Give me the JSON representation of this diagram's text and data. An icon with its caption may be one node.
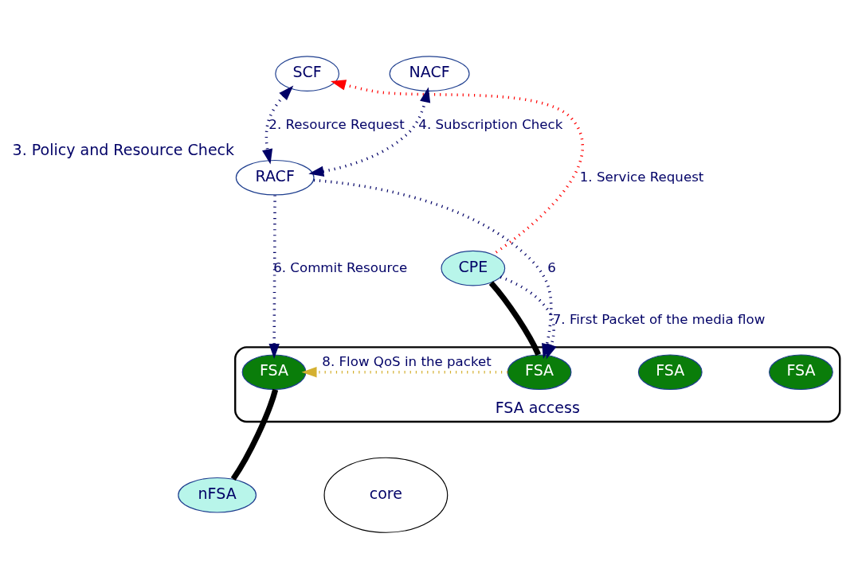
{
  "diagram": {
    "nodes": [
      {
        "text": [
          "SCF"
        ]
      },
      {
        "text": [
          "NACF"
        ]
      },
      {
        "text": [
          "RACF"
        ],
        "beside": [
          "3. Policy and Resource Check"
        ]
      },
      {
        "text": [
          "CPE"
        ]
      },
      {
        "text": [
          "FSA access"
        ]
      },
      {
        "text": [
          "FSA"
        ],
        "in": 4
      },
      {
        "text": [
          "FSA"
        ],
        "in": 4
      },
      {
        "text": [
          "FSA"
        ],
        "in": 4
      },
      {
        "text": [
          "FSA"
        ],
        "in": 4
      },
      {
        "text": [
          "nFSA"
        ]
      },
      {
        "text": [
          "core"
        ]
      }
    ],
    "edges": [
      {
        "from": 3,
        "to": 0,
        "arrow": "to",
        "label": "1. Service Request",
        "style": "dashed",
        "color": "#ff0000"
      },
      {
        "from": 0,
        "to": 2,
        "arrow": "both",
        "label": "2. Resource Request",
        "style": "dashed"
      },
      {
        "from": 2,
        "to": 1,
        "arrow": "both",
        "label": "4. Subscription Check",
        "style": "dashed"
      },
      {
        "from": 2,
        "to": 5,
        "arrow": "to",
        "label": "6",
        "style": "dashed"
      },
      {
        "from": 2,
        "to": 8,
        "arrow": "to",
        "label": "6. Commit Resource",
        "style": "dashed"
      },
      {
        "from": 3,
        "to": 5,
        "arrow": "none",
        "style": "thick",
        "color": "#000000"
      },
      {
        "from": 8,
        "to": 9,
        "arrow": "none",
        "style": "thick",
        "color": "#000000"
      },
      {
        "from": 3,
        "to": 5,
        "arrow": "to",
        "label": "7. First Packet of the media flow",
        "style": "dashed"
      },
      {
        "from": 5,
        "to": 8,
        "arrow": "to",
        "label": "8. Flow QoS in the packet",
        "style": "dashed",
        "color": "#d4b030"
      }
    ]
  }
}
